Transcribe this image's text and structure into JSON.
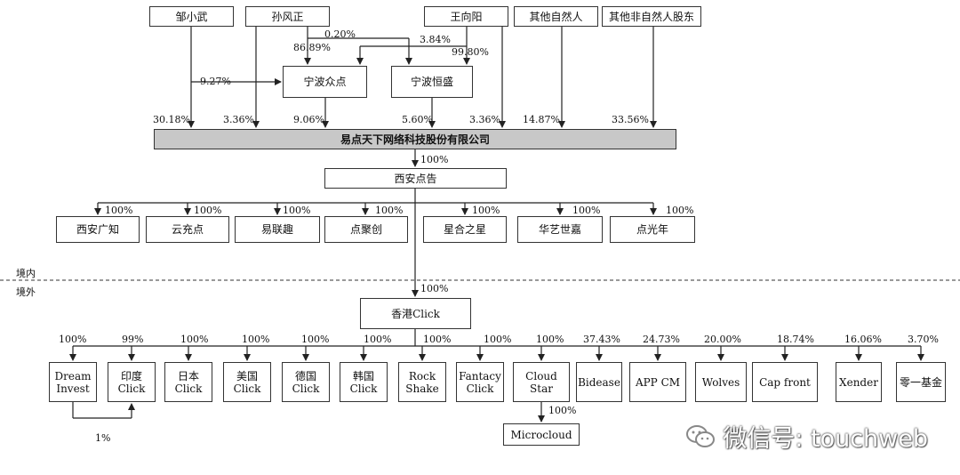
{
  "shareholders": {
    "zou": "邹小武",
    "sun": "孙风正",
    "wang": "王向阳",
    "other_natural": "其他自然人",
    "other_nonnatural": "其他非自然人股东"
  },
  "holding_entities": {
    "zhongdian": "宁波众点",
    "hengsheng": "宁波恒盛"
  },
  "main_company": "易点天下网络科技股份有限公司",
  "xian_sub": "西安点告",
  "domestic_subs": [
    "西安广知",
    "云充点",
    "易联趣",
    "点聚创",
    "星合之星",
    "华艺世嘉",
    "点光年"
  ],
  "hk_sub": "香港Click",
  "overseas": [
    {
      "name": "Dream\nInvest",
      "pct": "100%"
    },
    {
      "name": "印度\nClick",
      "pct": "99%"
    },
    {
      "name": "日本\nClick",
      "pct": "100%"
    },
    {
      "name": "美国\nClick",
      "pct": "100%"
    },
    {
      "name": "德国\nClick",
      "pct": "100%"
    },
    {
      "name": "韩国\nClick",
      "pct": "100%"
    },
    {
      "name": "Rock\nShake",
      "pct": "100%"
    },
    {
      "name": "Fantacy\nClick",
      "pct": "100%"
    },
    {
      "name": "Cloud Star",
      "pct": "100%"
    },
    {
      "name": "Bidease",
      "pct": "37.43%"
    },
    {
      "name": "APP CM",
      "pct": "24.73%"
    },
    {
      "name": "Wolves",
      "pct": "20.00%"
    },
    {
      "name": "Cap front",
      "pct": "18.74%"
    },
    {
      "name": "Xender",
      "pct": "16.06%"
    },
    {
      "name": "零一基金",
      "pct": "3.70%"
    }
  ],
  "microcloud": "Microcloud",
  "percentages": {
    "sun_to_zhongdian": "86.89%",
    "sun_to_hengsheng": "0.20%",
    "wang_to_zhongdian": "3.84%",
    "wang_to_hengsheng": "99.80%",
    "zou_to_zhongdian": "9.27%",
    "zou_direct": "30.18%",
    "sun_direct": "3.36%",
    "zhongdian_to_main": "9.06%",
    "hengsheng_to_main": "5.60%",
    "wang_direct": "3.36%",
    "other_natural": "14.87%",
    "other_nonnatural": "33.56%",
    "main_to_xian": "100%",
    "domestic": "100%",
    "to_hk": "100%",
    "cloudstar_to_microcloud": "100%",
    "india_to_dream": "1%"
  },
  "zones": {
    "domestic": "境内",
    "overseas": "境外"
  },
  "watermark": "微信号: touchweb"
}
